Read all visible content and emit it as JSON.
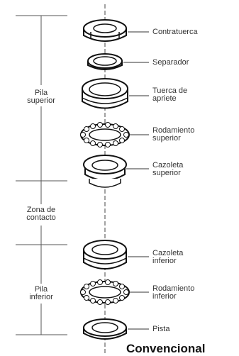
{
  "groups": {
    "upper_stack": "Pila\nsuperior",
    "contact_zone": "Zona de\ncontacto",
    "lower_stack": "Pila\ninferior"
  },
  "parts": {
    "locknut": "Contratuerca",
    "spacer": "Separador",
    "tightening_nut": "Tuerca de\napriete",
    "upper_bearing": "Rodamiento\nsuperior",
    "upper_cup": "Cazoleta\nsuperior",
    "lower_cup": "Cazoleta\ninferior",
    "lower_bearing": "Rodamiento\ninferior",
    "race": "Pista"
  },
  "title": "Convencional"
}
